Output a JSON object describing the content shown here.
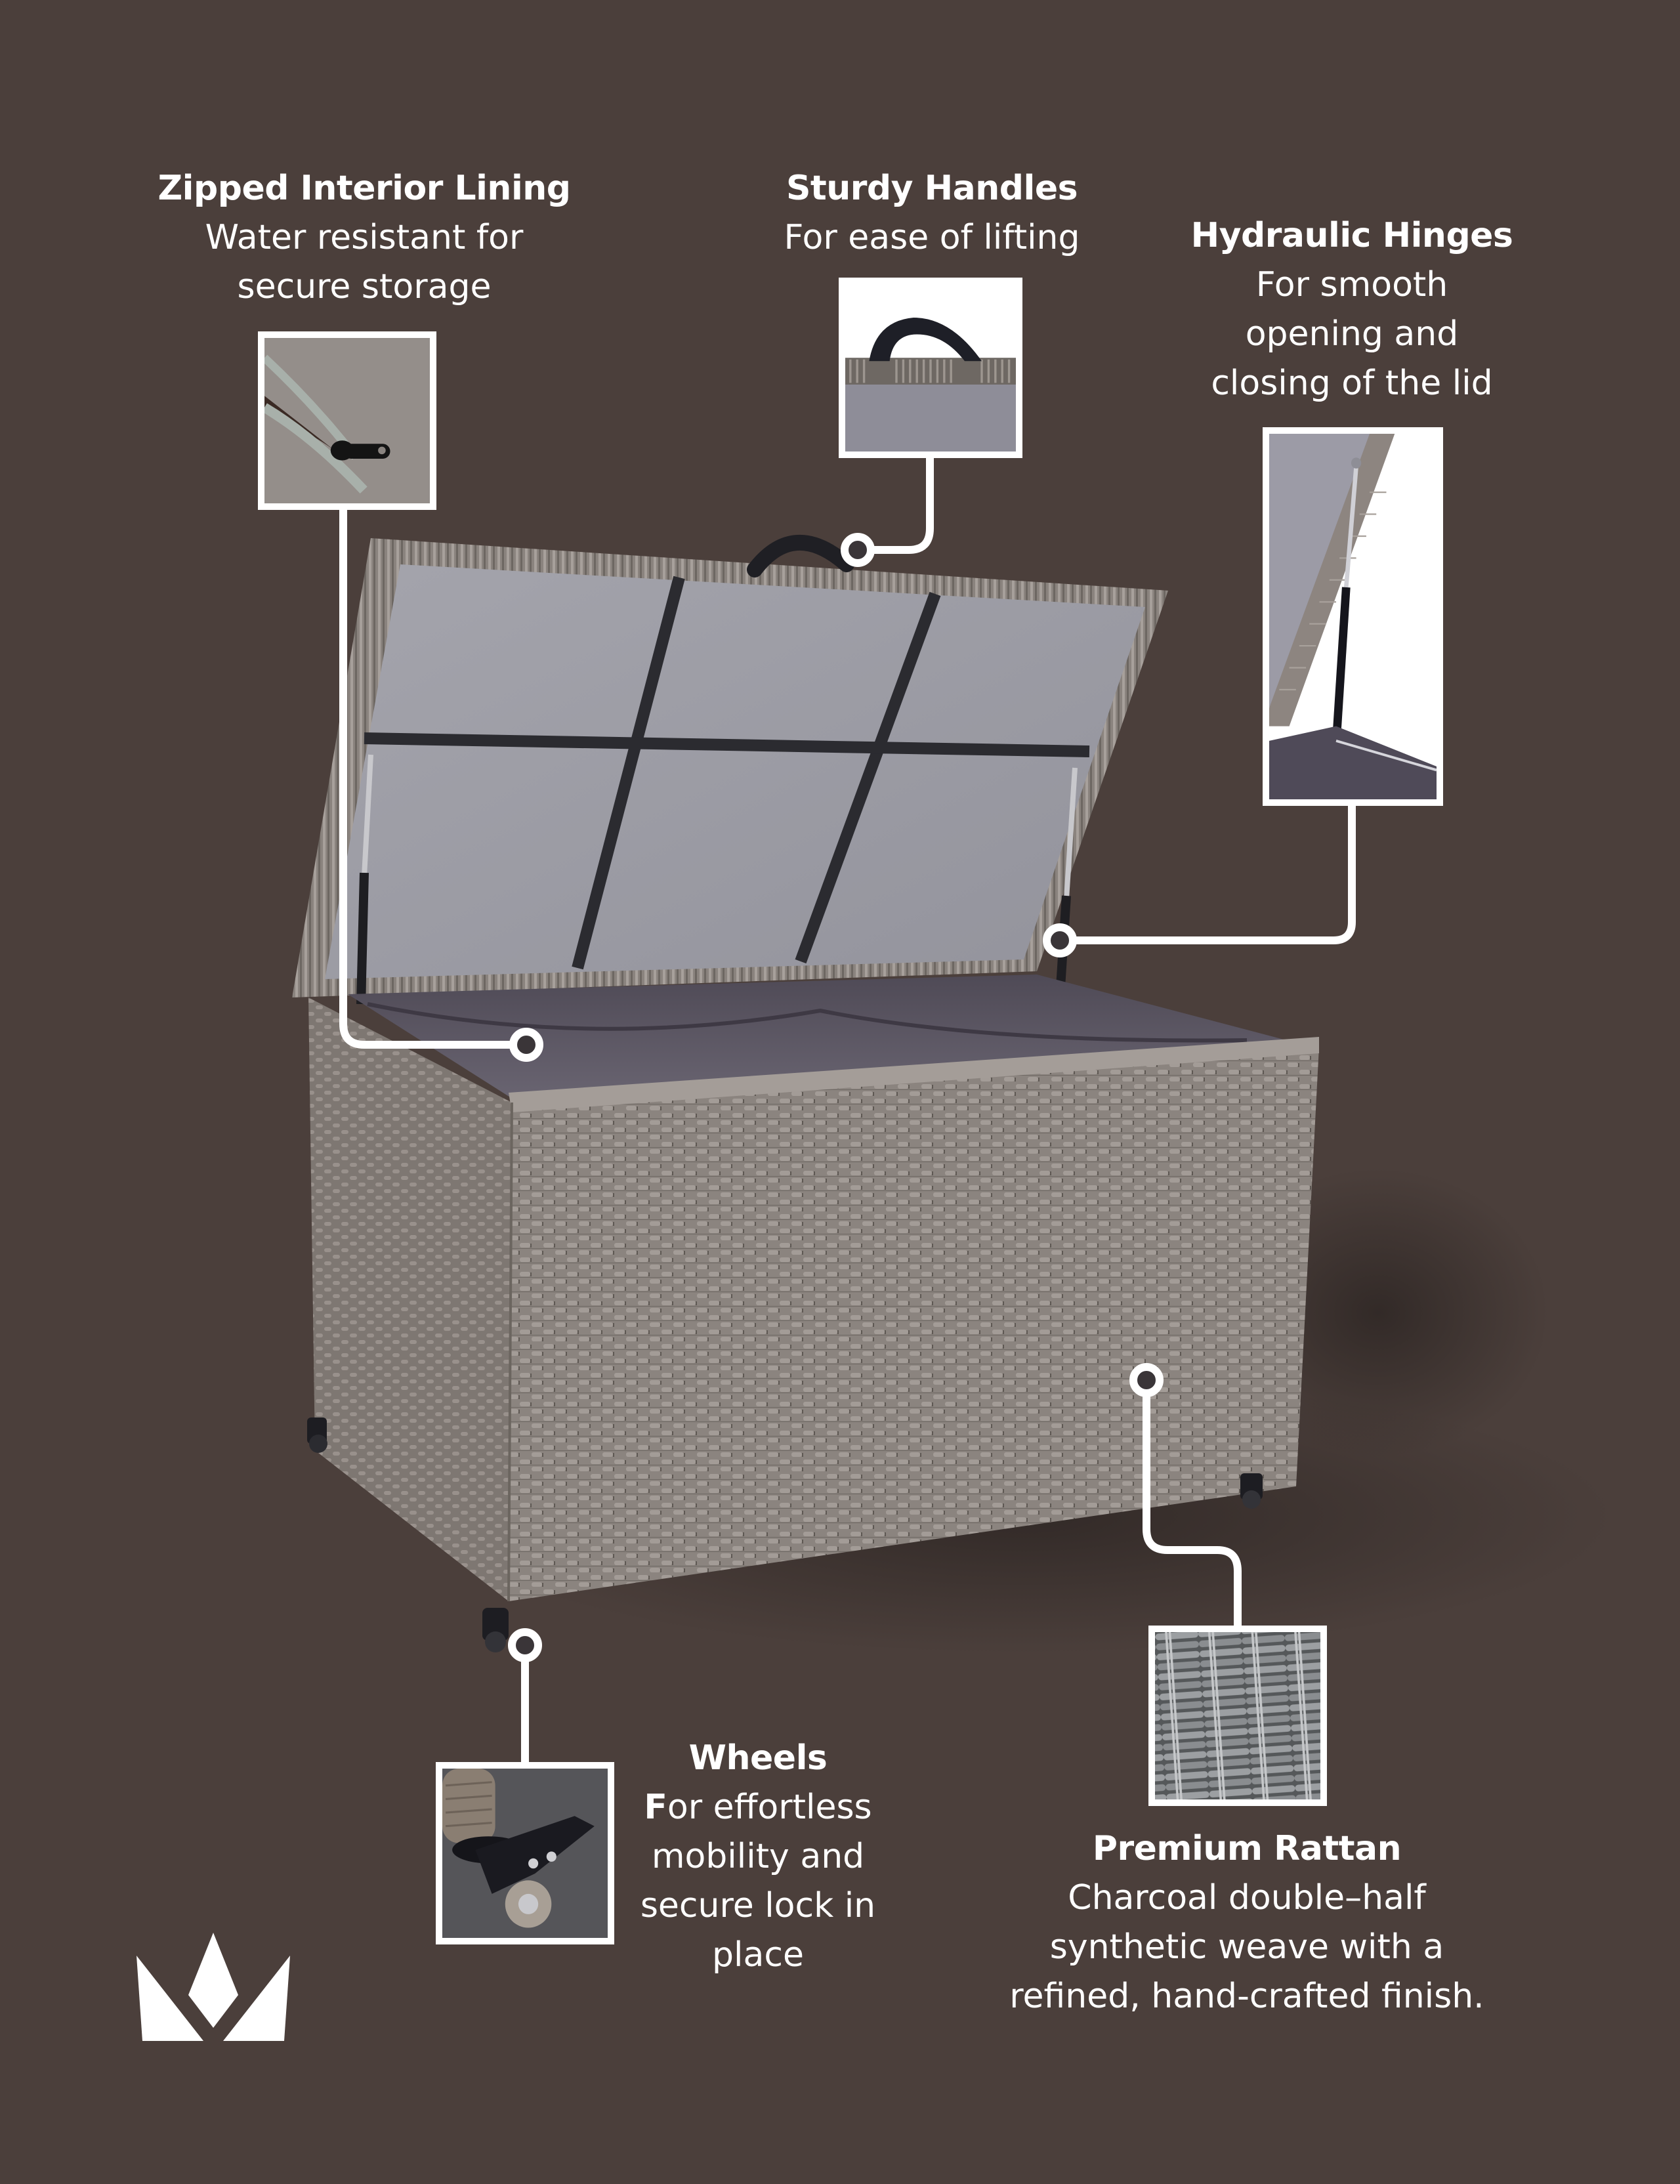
{
  "page": {
    "background_color": "#4b3f3b",
    "accent_color": "#ffffff"
  },
  "product": {
    "name": "Rattan storage box with open lid",
    "lid_panel_color": "#9a9aa2",
    "rattan_color": "#8d8580",
    "lining_color": "#5d5863"
  },
  "callouts": [
    {
      "id": "zipped-interior-lining",
      "title": "Zipped Interior Lining",
      "lines": [
        "Water resistant for",
        "secure storage"
      ],
      "inset_subject": "zipper-closeup"
    },
    {
      "id": "sturdy-handles",
      "title": "Sturdy Handles",
      "lines": [
        "For ease of lifting"
      ],
      "inset_subject": "handle-closeup"
    },
    {
      "id": "hydraulic-hinges",
      "title": "Hydraulic Hinges",
      "lines": [
        "For smooth",
        "opening and",
        "closing of the lid"
      ],
      "inset_subject": "gas-strut-closeup"
    },
    {
      "id": "wheels",
      "title": "Wheels",
      "lead_letter": "F",
      "lines": [
        "or effortless",
        "mobility and",
        "secure lock in",
        "place"
      ],
      "inset_subject": "caster-wheel-closeup"
    },
    {
      "id": "premium-rattan",
      "title": "Premium Rattan",
      "lines": [
        "Charcoal double–half",
        "synthetic weave with a",
        "refined, hand-crafted finish."
      ],
      "inset_subject": "weave-closeup"
    }
  ],
  "logo": {
    "name": "crown-logo"
  }
}
